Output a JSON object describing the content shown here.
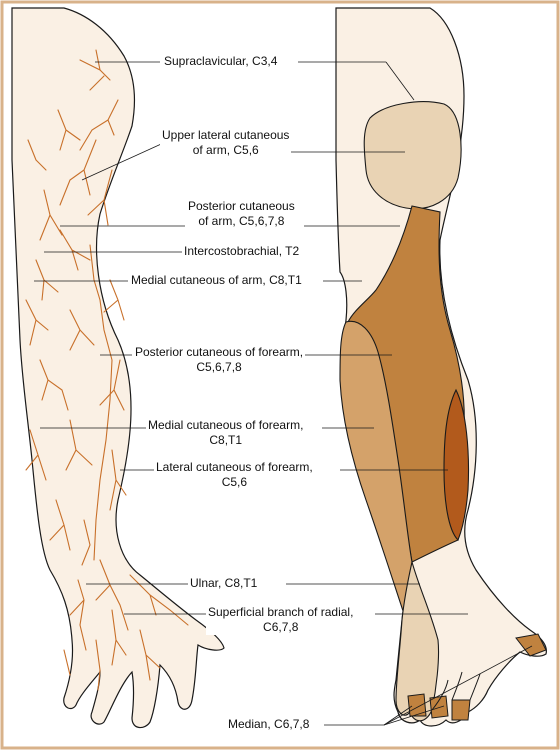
{
  "labels": {
    "supraclavicular": [
      "Supraclavicular, C3,4"
    ],
    "upper_lateral": [
      "Upper lateral cutaneous",
      "of arm, C5,6"
    ],
    "posterior_arm": [
      "Posterior cutaneous",
      "of arm, C5,6,7,8"
    ],
    "intercostobrachial": [
      "Intercostobrachial, T2"
    ],
    "medial_arm": [
      "Medial cutaneous of arm, C8,T1"
    ],
    "posterior_forearm": [
      "Posterior cutaneous of forearm,",
      "C5,6,7,8"
    ],
    "medial_forearm": [
      "Medial cutaneous of forearm,",
      "C8,T1"
    ],
    "lateral_forearm": [
      "Lateral cutaneous of forearm,",
      "C5,6"
    ],
    "ulnar": [
      "Ulnar, C8,T1"
    ],
    "superficial_radial": [
      "Superficial branch of radial,",
      "C6,7,8"
    ],
    "median": [
      "Median, C6,7,8"
    ]
  },
  "colors": {
    "frame": "#d8b28a",
    "skin": "#faf0e4",
    "nerve": "#c8702a",
    "light_zone": "#e9d3b4",
    "mid_zone": "#d4a26a",
    "dark_zone": "#c0823f",
    "darkest_zone": "#b25a1c",
    "outline": "#1a1a1a"
  }
}
